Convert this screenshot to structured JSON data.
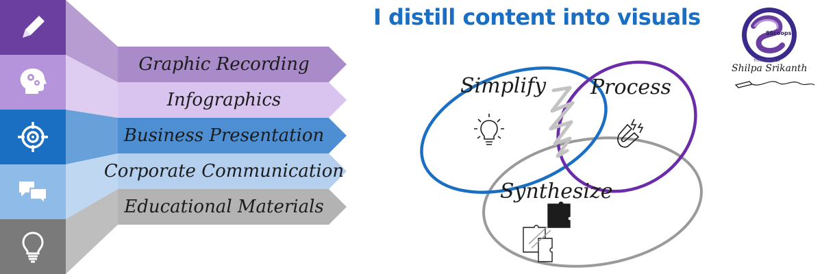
{
  "headline": "I distill content into visuals",
  "ribbon_items": [
    {
      "label": "Graphic Recording",
      "color": "#a98bc9"
    },
    {
      "label": "Infographics",
      "color": "#d9c4ef"
    },
    {
      "label": "Business Presentation",
      "color": "#4d8fd2"
    },
    {
      "label": "Corporate Communication",
      "color": "#b4d0ee"
    },
    {
      "label": "Educational Materials",
      "color": "#b3b3b3"
    }
  ],
  "icon_tiles": [
    {
      "icon": "pencil-icon",
      "color": "#6a3fa0"
    },
    {
      "icon": "head-gears-icon",
      "color": "#b594dc"
    },
    {
      "icon": "target-icon",
      "color": "#1b6fc2"
    },
    {
      "icon": "chat-bubbles-icon",
      "color": "#8fbbe8"
    },
    {
      "icon": "lightbulb-icon",
      "color": "#7a7a7a"
    }
  ],
  "venn": {
    "simplify": {
      "label": "Simplify",
      "icon": "lightbulb-icon",
      "color": "#1b6fc2"
    },
    "process": {
      "label": "Process",
      "icon": "magnet-icon",
      "color": "#6a2ca8"
    },
    "synthesize": {
      "label": "Synthesize",
      "icon": "puzzle-icon",
      "color": "#9a9a9a"
    }
  },
  "logo": {
    "brand": "SScoops",
    "tagline": "THINK VISUALS",
    "name": "Shilpa Srikanth"
  }
}
